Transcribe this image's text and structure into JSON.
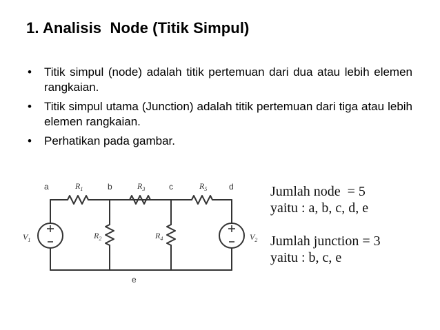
{
  "slide": {
    "title": "1. Analisis  Node (Titik Simpul)",
    "bullets": [
      "Titik simpul (node) adalah titik pertemuan dari dua atau lebih elemen rangkaian.",
      "Titik simpul utama (Junction) adalah titik pertemuan dari tiga atau lebih elemen rangkaian.",
      "Perhatikan pada gambar."
    ],
    "bullet_symbol": "•"
  },
  "circuit": {
    "nodes": [
      "a",
      "b",
      "c",
      "d",
      "e"
    ],
    "resistors": {
      "r1": {
        "main": "R",
        "sub": "1"
      },
      "r2": {
        "main": "R",
        "sub": "2"
      },
      "r3": {
        "main": "R",
        "sub": "3"
      },
      "r4": {
        "main": "R",
        "sub": "4"
      },
      "r5": {
        "main": "R",
        "sub": "5"
      }
    },
    "sources": {
      "v1": {
        "main": "V",
        "sub": "1"
      },
      "v2": {
        "main": "V",
        "sub": "2"
      }
    }
  },
  "info": {
    "node_count": "Jumlah node  = 5",
    "node_list": "yaitu : a, b, c, d, e",
    "junction_count": "Jumlah junction = 3",
    "junction_list": "yaitu : b, c, e"
  }
}
